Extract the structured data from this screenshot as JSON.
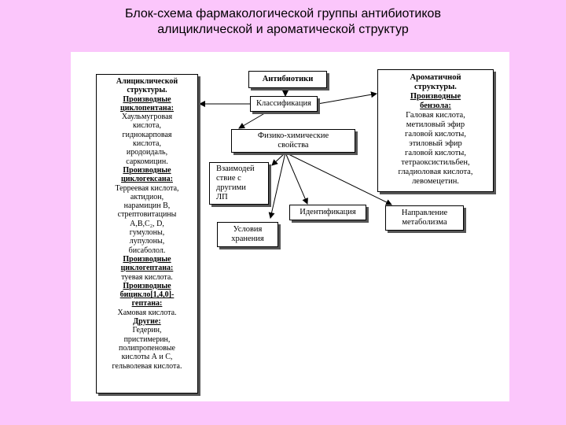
{
  "title": {
    "line1": "Блок-схема фармакологической группы антибиотиков",
    "line2": "алициклической и ароматической структур"
  },
  "diagram": {
    "root": "Антибиотики",
    "classification": "Классификация",
    "physchem": [
      "Физико-химические",
      "свойства"
    ],
    "interaction": [
      "Взаимодей",
      "ствие с",
      "другими",
      "ЛП"
    ],
    "identification": "Идентификация",
    "storage": [
      "Условия",
      "хранения"
    ],
    "metabolism": [
      "Направление",
      "метаболизма"
    ],
    "alicyclic": {
      "heading": [
        "Алициклической",
        "структуры."
      ],
      "groups": [
        {
          "title": [
            "Производные",
            "циклопентана:"
          ],
          "items": [
            "Хаульмугровая",
            "кислота,",
            "гиднокарповая",
            "кислота,",
            "иродоидаль,",
            "саркомицин."
          ]
        },
        {
          "title": [
            "Производные",
            "циклогексана:"
          ],
          "items": [
            "Терреевая кислота,",
            "актидион,",
            "нарамицин В,",
            "стрептовитацины",
            "А,В,С₂, D,",
            "гумулоны,",
            "лупулоны,",
            "бисаболол."
          ]
        },
        {
          "title": [
            "Производные",
            "циклогептана:"
          ],
          "items": [
            "туевая кислота."
          ]
        },
        {
          "title": [
            "Производные",
            "бицикло[1,4,0]-",
            "гептана:"
          ],
          "items": [
            "Хамовая кислота."
          ]
        },
        {
          "title": [
            "Другие:"
          ],
          "items": [
            "Гедерин,",
            "пристимерин,",
            "полипропеновые",
            "кислоты А и С,",
            "гельволевая кислота."
          ]
        }
      ]
    },
    "aromatic": {
      "heading": [
        "Ароматичной",
        "структуры."
      ],
      "group_title": [
        "Производные",
        "бензола:"
      ],
      "items": [
        "Галовая кислота,",
        "метиловый эфир",
        "галовой кислоты,",
        "этиловый эфир",
        "галовой кислоты,",
        "тетраоксистильбен,",
        "гладиоловая кислота,",
        "левомецетин."
      ]
    }
  }
}
